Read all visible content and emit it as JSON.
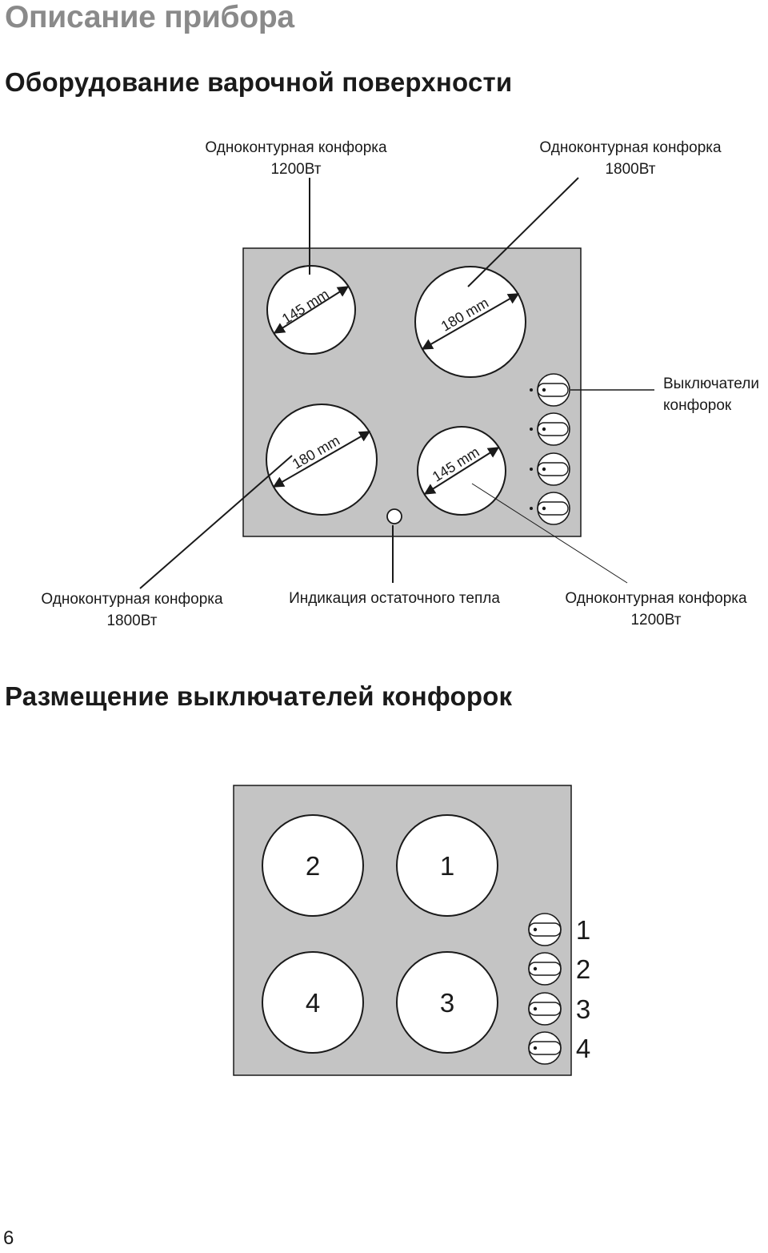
{
  "section_title": "Описание прибора",
  "subtitle_equipment": "Оборудование варочной поверхности",
  "subtitle_layout": "Размещение выключателей конфорок",
  "callouts": {
    "top_left": {
      "line1": "Одноконтурная конфорка",
      "line2": "1200Вт"
    },
    "top_right": {
      "line1": "Одноконтурная конфорка",
      "line2": "1800Вт"
    },
    "switches": {
      "line1": "Выключатели",
      "line2": "конфорок"
    },
    "bottom_left": {
      "line1": "Одноконтурная конфорка",
      "line2": "1800Вт"
    },
    "indicator": {
      "line1": "Индикация остаточного тепла"
    },
    "bottom_right": {
      "line1": "Одноконтурная конфорка",
      "line2": "1200Вт"
    }
  },
  "diameters": {
    "rear_left": "145 mm",
    "rear_right": "180 mm",
    "front_left": "180 mm",
    "front_right": "145 mm"
  },
  "burner_numbers": {
    "rear_left": "2",
    "rear_right": "1",
    "front_left": "4",
    "front_right": "3"
  },
  "knob_numbers": [
    "1",
    "2",
    "3",
    "4"
  ],
  "page_number": "6",
  "colors": {
    "panel": "#c4c4c4",
    "stroke": "#1a1a1a",
    "title_gray": "#8a8a8a"
  }
}
